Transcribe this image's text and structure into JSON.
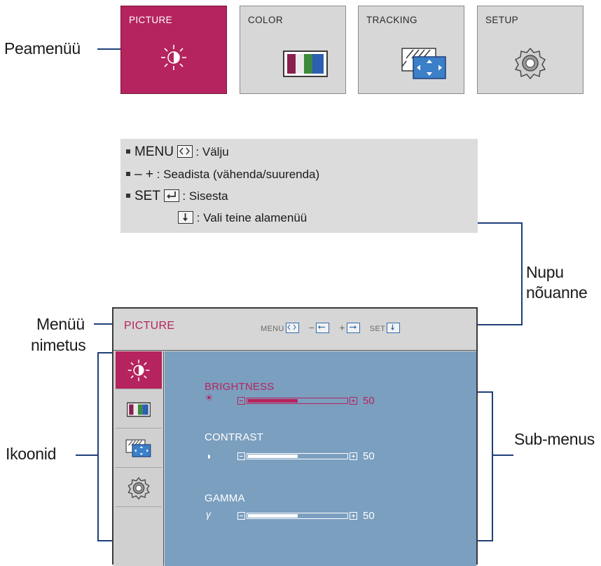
{
  "top_menu": {
    "tiles": [
      {
        "label": "PICTURE",
        "icon": "brightness-icon",
        "active": true
      },
      {
        "label": "COLOR",
        "icon": "color-bars-icon",
        "active": false
      },
      {
        "label": "TRACKING",
        "icon": "tracking-icon",
        "active": false
      },
      {
        "label": "SETUP",
        "icon": "gear-icon",
        "active": false
      }
    ]
  },
  "help_box": {
    "menu_key": "MENU",
    "menu_desc": ": Välju",
    "adjust_key": "– +",
    "adjust_desc": ": Seadista (vähenda/suurenda)",
    "set_key": "SET",
    "set_desc": ": Sisesta",
    "down_desc": ": Vali teine alamenüü"
  },
  "osd": {
    "title": "PICTURE",
    "key_menu": "MENU",
    "key_minus": "−",
    "key_plus": "+",
    "key_set": "SET",
    "submenus": [
      {
        "name": "BRIGHTNESS",
        "symbol": "☀",
        "value": "50",
        "level": 0.5,
        "active": true
      },
      {
        "name": "CONTRAST",
        "symbol": "◑",
        "value": "50",
        "level": 0.5,
        "active": false
      },
      {
        "name": "GAMMA",
        "symbol": "γ",
        "value": "50",
        "level": 0.5,
        "active": false
      }
    ]
  },
  "labels": {
    "main_menu": "Peamenüü",
    "button_tip_1": "Nupu",
    "button_tip_2": "nõuanne",
    "menu_name_1": "Menüü",
    "menu_name_2": "nimetus",
    "icons": "Ikoonid",
    "sub_menus": "Sub-menus"
  },
  "colors": {
    "accent": "#b5245e",
    "osd_blue": "#7b9fbf",
    "line_blue": "#1f3f7a",
    "tile_gray": "#d7d7d7"
  }
}
